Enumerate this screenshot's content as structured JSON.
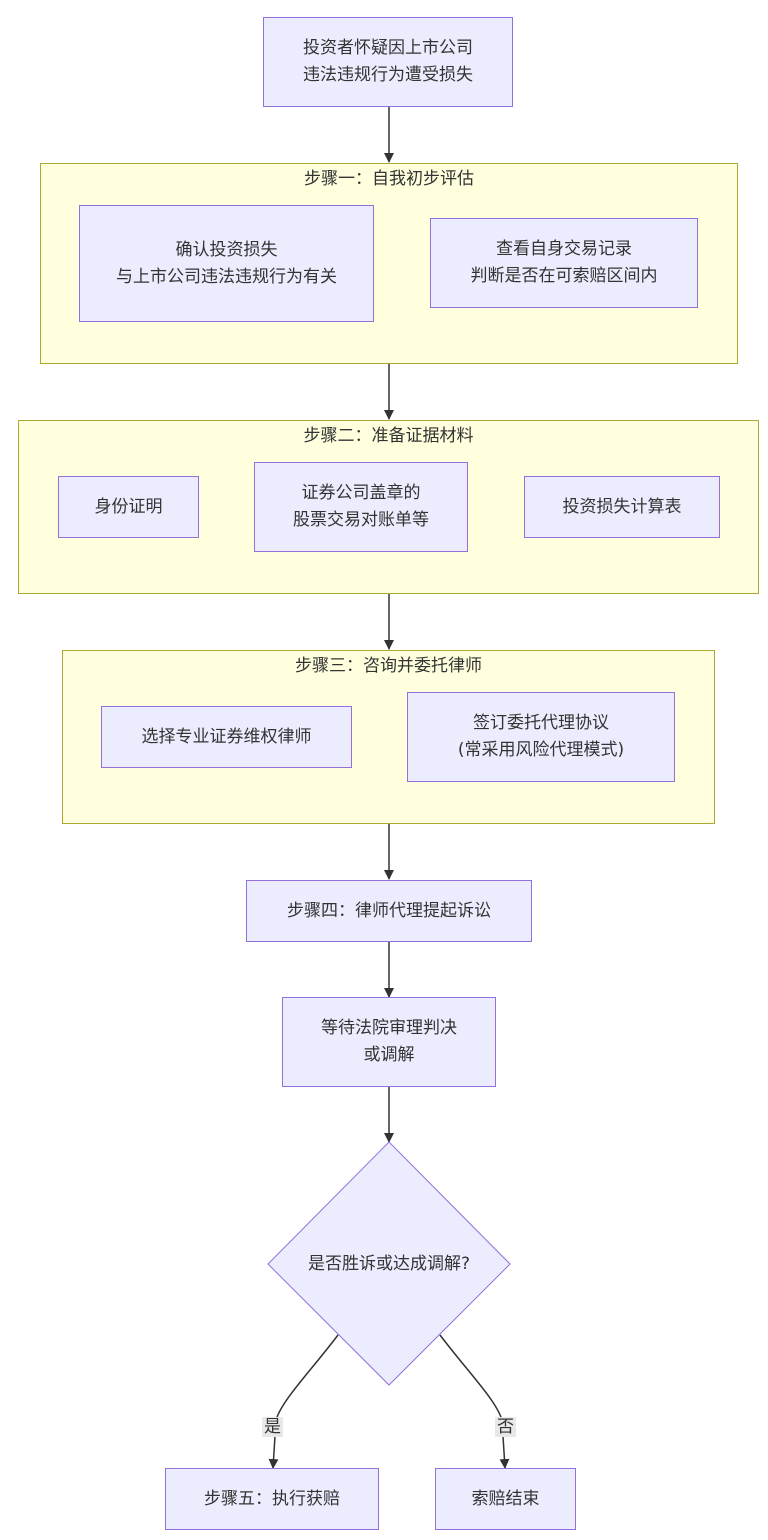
{
  "start": {
    "line1": "投资者怀疑因上市公司",
    "line2": "违法违规行为遭受损失"
  },
  "step1": {
    "title": "步骤一：自我初步评估",
    "confirm": {
      "line1": "确认投资损失",
      "line2": "与上市公司违法违规行为有关"
    },
    "records": {
      "line1": "查看自身交易记录",
      "line2": "判断是否在可索赔区间内"
    }
  },
  "step2": {
    "title": "步骤二：准备证据材料",
    "id_proof": "身份证明",
    "statement": {
      "line1": "证券公司盖章的",
      "line2": "股票交易对账单等"
    },
    "loss_table": "投资损失计算表"
  },
  "step3": {
    "title": "步骤三：咨询并委托律师",
    "choose_lawyer": "选择专业证券维权律师",
    "agreement": {
      "line1": "签订委托代理协议",
      "line2": "(常采用风险代理模式)"
    }
  },
  "step4": "步骤四：律师代理提起诉讼",
  "wait": {
    "line1": "等待法院审理判决",
    "line2": "或调解"
  },
  "decision": "是否胜诉或达成调解?",
  "edge_yes": "是",
  "edge_no": "否",
  "step5": "步骤五：执行获赔",
  "end": "索赔结束",
  "colors": {
    "node_fill": "#ececff",
    "node_border": "#9370db",
    "group_fill": "#ffffde",
    "group_border": "#aaaa33",
    "edge": "#333333"
  }
}
